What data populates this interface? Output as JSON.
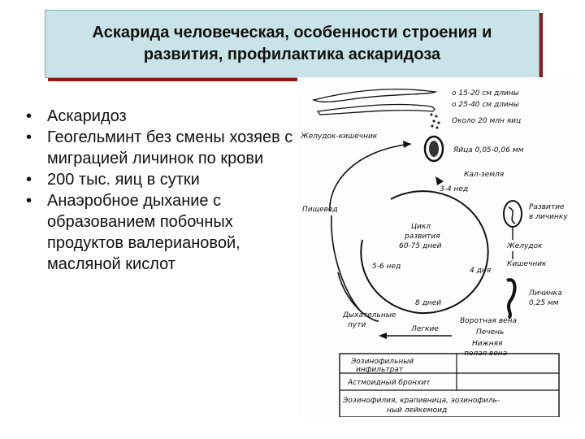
{
  "title": "Аскарида человеческая, особенности строения и развития, профилактика аскаридоза",
  "bullets": [
    "Аскаридоз",
    "Геогельминт без смены хозяев с миграцией личинок по крови",
    "200 тыс. яиц в сутки",
    "Анаэробное дыхание с образованием побочных продуктов валериановой, масляной кислот"
  ],
  "diagram": {
    "legend": [
      "о 15-20 см длины",
      "о 25-40 см длины",
      "Около 20 млн яиц"
    ],
    "stomach_intestine": "Желудок-кишечник",
    "eggs": "Яйца 0,05-0,06 мм",
    "feces": "Кал-земля",
    "food": "Пищевод",
    "larva_dev": "Развитие в личинку",
    "stomach": "Желудок",
    "intestine": "Кишечник",
    "larva": "Личинка 0,25 мм",
    "cycle": "Цикл развития 60-75 дней",
    "weeks_34": "3-4 нед",
    "weeks_4": "4 дня",
    "weeks_56": "5-6 нед",
    "days_8": "8 дней",
    "airways": "Дыхательные пути",
    "lungs": "Легкие",
    "portal_vein": "Воротная вена",
    "liver": "Печень",
    "vena_cava": "Нижняя полая вена",
    "row1": "Эозинофильный инфильтрат",
    "row2": "Астмоидный бронхит",
    "row3": "Эозинофилия, крапивница, эозинофильный лейкемоид"
  }
}
